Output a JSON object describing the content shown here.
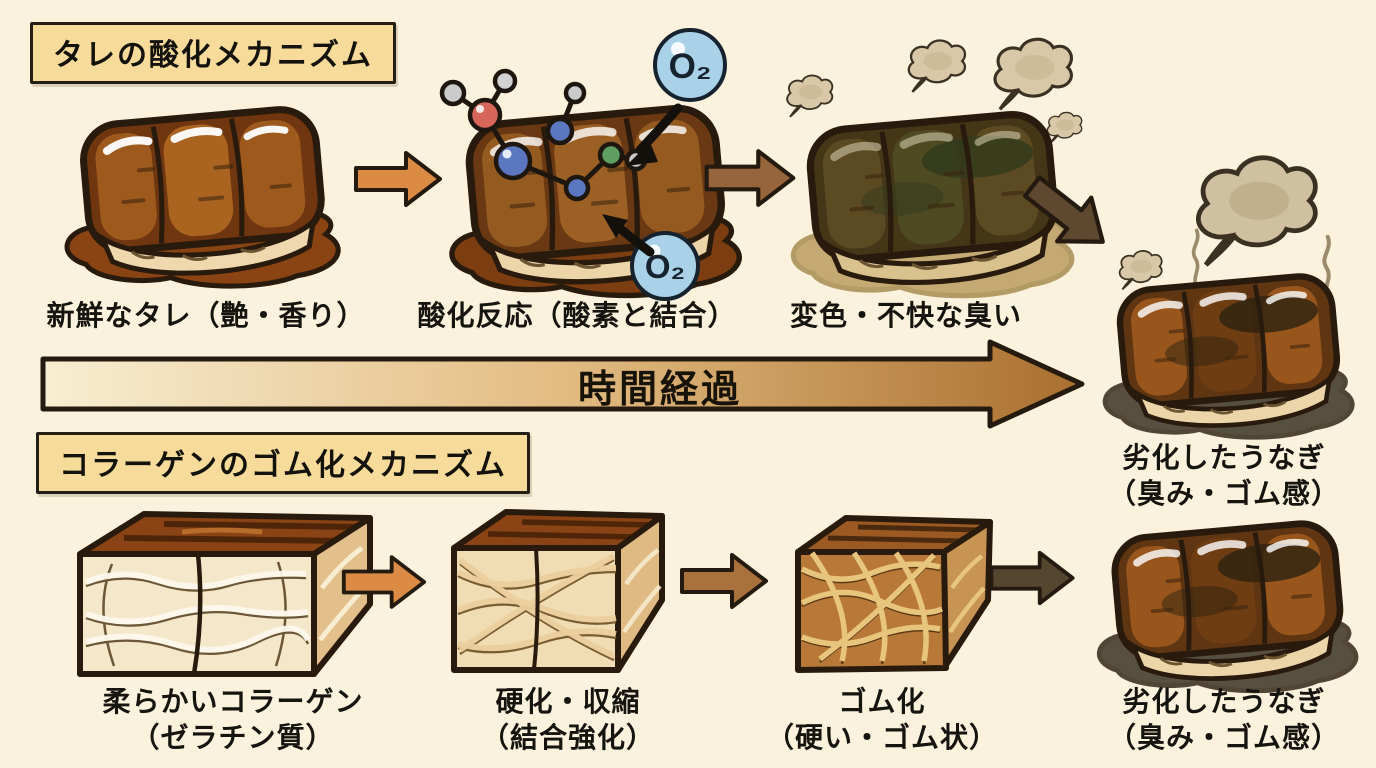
{
  "sauce_section": {
    "title": "タレの酸化メカニズム",
    "o2": "O₂",
    "stages": [
      {
        "label": "新鮮なタレ（艶・香り）"
      },
      {
        "label": "酸化反応（酸素と結合）"
      },
      {
        "label": "変色・不快な臭い"
      }
    ]
  },
  "timeline": {
    "label": "時間経過"
  },
  "degraded_eel": {
    "line1": "劣化したうなぎ",
    "line2": "（臭み・ゴム感）"
  },
  "collagen_section": {
    "title": "コラーゲンのゴム化メカニズム",
    "stages": [
      {
        "line1": "柔らかいコラーゲン",
        "line2": "（ゼラチン質）"
      },
      {
        "line1": "硬化・収縮",
        "line2": "（結合強化）"
      },
      {
        "line1": "ゴム化",
        "line2": "（硬い・ゴム状）"
      },
      {
        "line1": "劣化したうなぎ",
        "line2": "（臭み・ゴム感）"
      }
    ]
  },
  "colors": {
    "background": "#FAF2DC",
    "title_box": "#F6DB9A",
    "outline": "#241A10",
    "arrow_orange": "#DC8B44",
    "arrow_brown": "#96653B",
    "arrow_dark": "#5E4930",
    "o2_bubble": "#A9D2E8",
    "timeline_gradient_start": "#F8EED2",
    "timeline_gradient_end": "#A96F2E"
  }
}
